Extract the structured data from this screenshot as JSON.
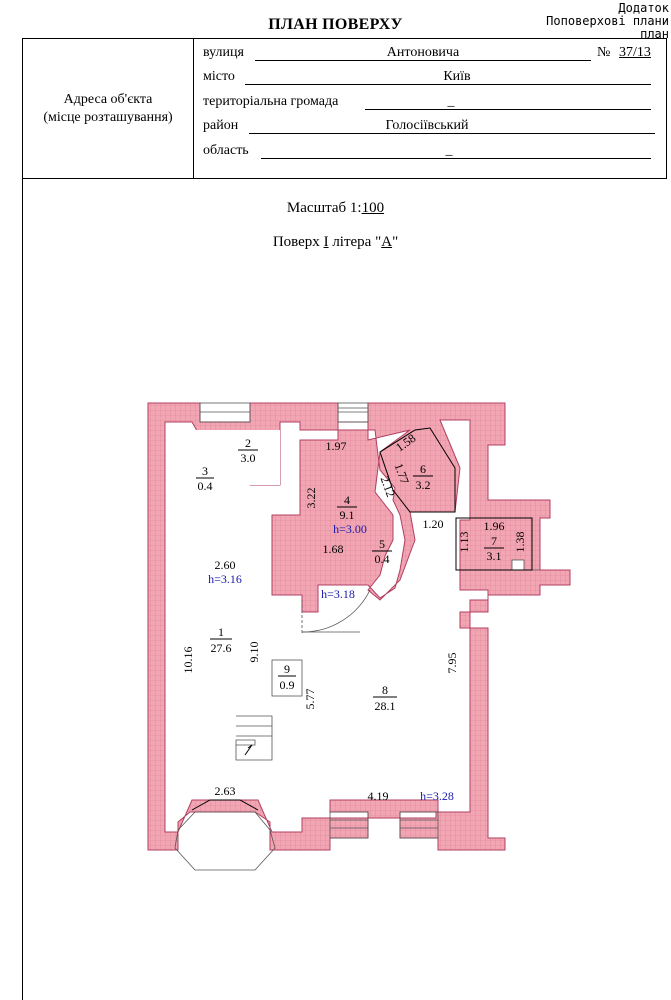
{
  "corner_note": {
    "line1": "Додаток",
    "line2": "Поповерхові плани",
    "line3": "план"
  },
  "title": "ПЛАН ПОВЕРХУ",
  "address": {
    "left_line1": "Адреса об'єкта",
    "left_line2": "(місце розташування)",
    "street_label": "вулиця",
    "street_value": "Антоновича",
    "number_label": "№",
    "number_value": "37/13",
    "city_label": "місто",
    "city_value": "Київ",
    "community_label": "територіальна громада",
    "community_value": "_",
    "district_label": "район",
    "district_value": "Голосіївський",
    "region_label": "область",
    "region_value": "_"
  },
  "scale": {
    "label": "Масштаб 1:",
    "value": "100"
  },
  "floor": {
    "label1": "Поверх ",
    "floor_value": "І",
    "label2": " літера \"",
    "letter_value": "А",
    "label3": "\""
  },
  "plan": {
    "colors": {
      "wall": "#f2a5b3",
      "wall_stroke": "#b04060",
      "wall_grid": "#d98090",
      "text": "#000000",
      "height_text": "#1a1aa8"
    },
    "rooms": [
      {
        "num": "1",
        "area": "27.6"
      },
      {
        "num": "2",
        "area": "3.0"
      },
      {
        "num": "3",
        "area": "0.4"
      },
      {
        "num": "4",
        "area": "9.1"
      },
      {
        "num": "5",
        "area": "0.4"
      },
      {
        "num": "6",
        "area": "3.2"
      },
      {
        "num": "7",
        "area": "3.1"
      },
      {
        "num": "8",
        "area": "28.1"
      },
      {
        "num": "9",
        "area": "0.9"
      }
    ],
    "heights": [
      "h=3.16",
      "h=3.00",
      "h=3.18",
      "h=3.28"
    ],
    "dims": [
      "2.60",
      "10.16",
      "9.10",
      "2.63",
      "1.97",
      "3.22",
      "1.68",
      "2.12",
      "1.77",
      "1.58",
      "1.20",
      "1.96",
      "1.13",
      "1.38",
      "7.95",
      "5.77",
      "4.19"
    ]
  }
}
